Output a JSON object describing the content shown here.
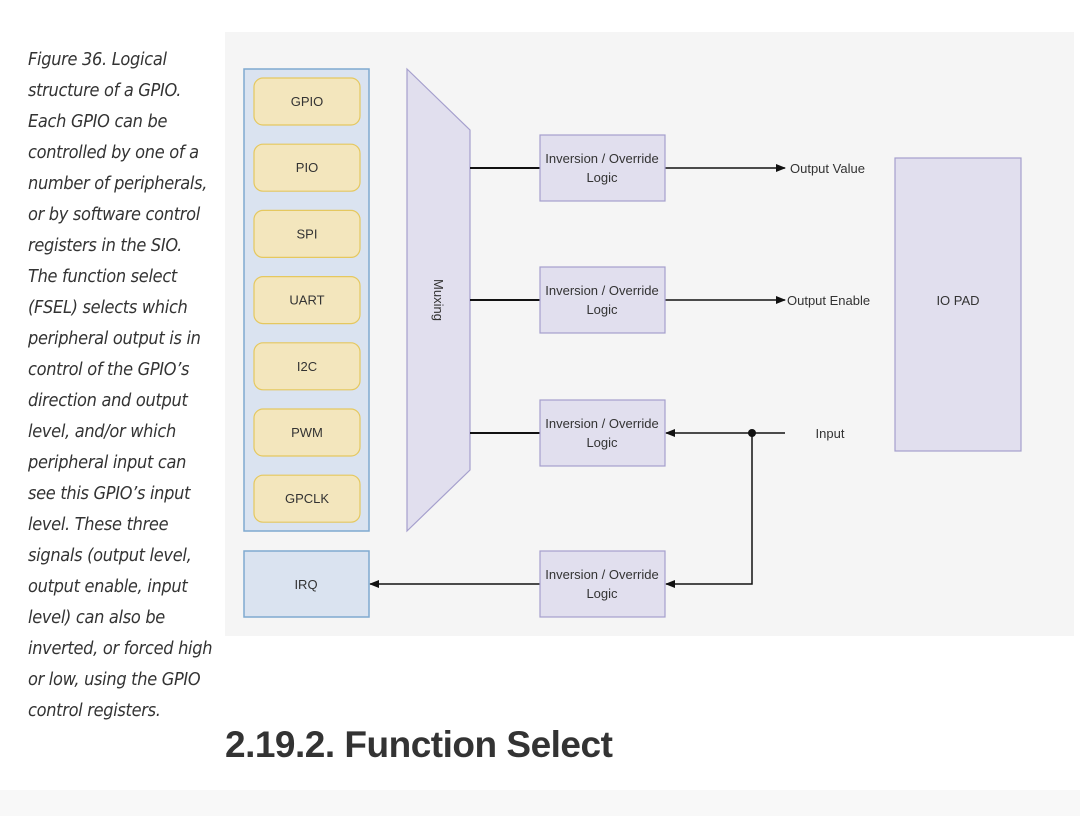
{
  "caption": "Figure 36. Logical structure of a GPIO. Each GPIO can be controlled by one of a number of peripherals, or by software control registers in the SIO. The function select (FSEL) selects which peripheral output is in control of the GPIO’s direction and output level, and/or which peripheral input can see this GPIO’s input level. These three signals (output level, output enable, input level) can also be inverted, or forced high or low, using the GPIO control registers.",
  "diagram": {
    "peripherals": [
      "GPIO",
      "PIO",
      "SPI",
      "UART",
      "I2C",
      "PWM",
      "GPCLK"
    ],
    "mux_label": "Muxing",
    "logic_line1": "Inversion / Override",
    "logic_line2": "Logic",
    "output_value": "Output Value",
    "output_enable": "Output Enable",
    "input": "Input",
    "io_pad": "IO PAD",
    "irq": "IRQ",
    "colors": {
      "background": "#f5f5f5",
      "peripheral_group": "#dae3f0",
      "peripheral_box": "#f3e6bd",
      "logic_box": "#e1dfee"
    }
  },
  "heading": "2.19.2. Function Select"
}
